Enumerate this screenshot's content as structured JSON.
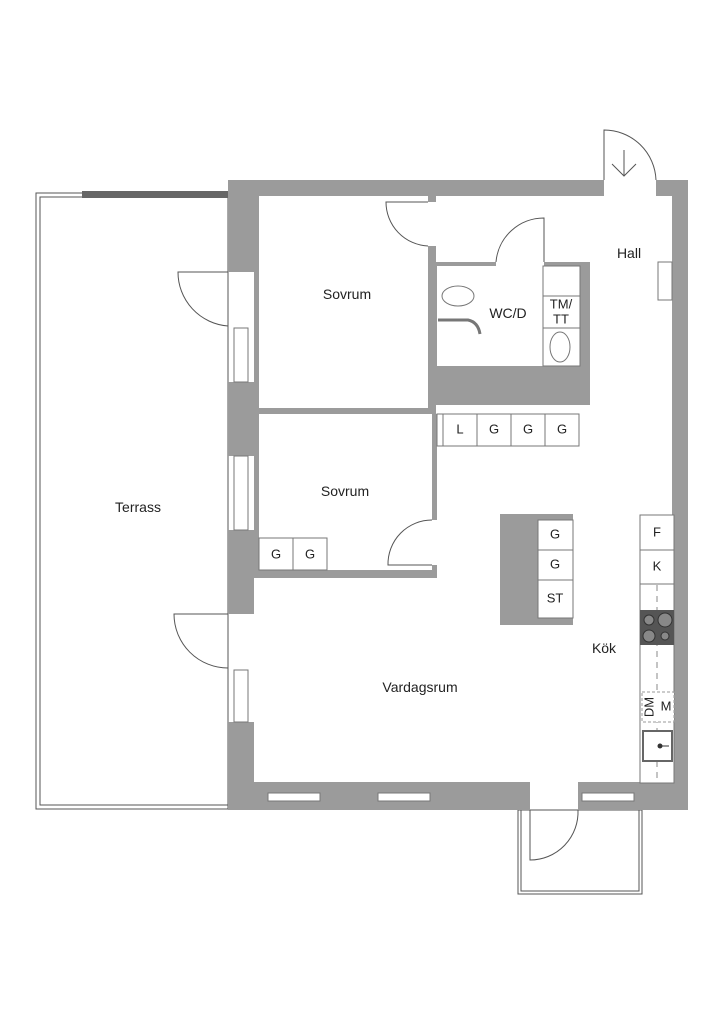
{
  "rooms": {
    "terrace": "Terrass",
    "bedroom_1": "Sovrum",
    "bedroom_2": "Sovrum",
    "wc": "WC/D",
    "hall": "Hall",
    "kitchen": "Kök",
    "living_room": "Vardagsrum"
  },
  "fixtures": {
    "wc_tm": "TM/",
    "wc_tt": "TT",
    "hall_wardrobes": [
      "L",
      "G",
      "G",
      "G"
    ],
    "bedroom_wardrobes": [
      "G",
      "G"
    ],
    "island": [
      "G",
      "G",
      "ST"
    ],
    "kitchen_right": [
      "F",
      "K"
    ],
    "dishwasher": "DM",
    "microwave": "M"
  },
  "colors": {
    "wall": "#9b9b9b",
    "stove": "#555555"
  }
}
